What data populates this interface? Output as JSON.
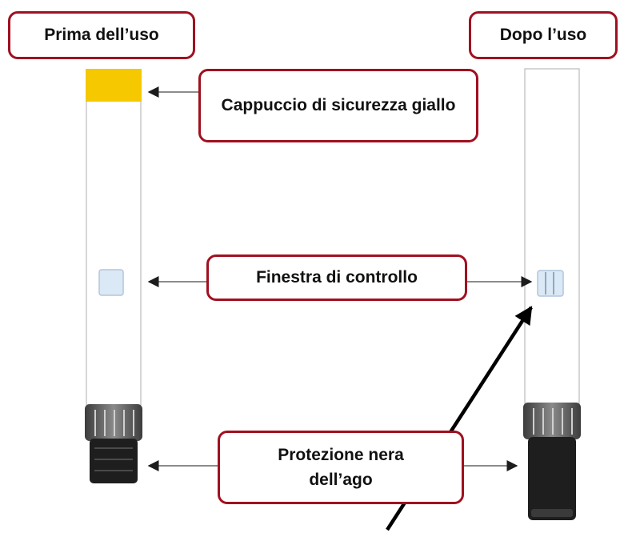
{
  "labels": {
    "before_use": "Prima dell’uso",
    "after_use": "Dopo l’uso",
    "safety_cap": "Cappuccio di sicurezza giallo",
    "inspection_window": "Finestra di controllo",
    "needle_shield": "Protezione nera dell’ago"
  },
  "colors": {
    "box_border": "#a01020",
    "cap_yellow": "#f5c800",
    "window_blue": "#dbe8f5",
    "shield_black": "#1e1e1e",
    "collar_grey": "#5a5a5a",
    "arrow_grey": "#8c8c8c",
    "arrow_black": "#000000"
  }
}
